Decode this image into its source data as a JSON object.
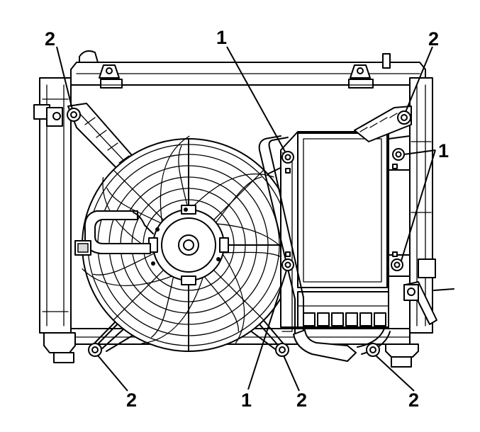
{
  "callouts": [
    {
      "id": "c1",
      "label": "2"
    },
    {
      "id": "c2",
      "label": "1"
    },
    {
      "id": "c3",
      "label": "2"
    },
    {
      "id": "c4",
      "label": "1"
    },
    {
      "id": "c5",
      "label": "2"
    },
    {
      "id": "c6",
      "label": "1"
    },
    {
      "id": "c7",
      "label": "2"
    },
    {
      "id": "c8",
      "label": "2"
    }
  ]
}
